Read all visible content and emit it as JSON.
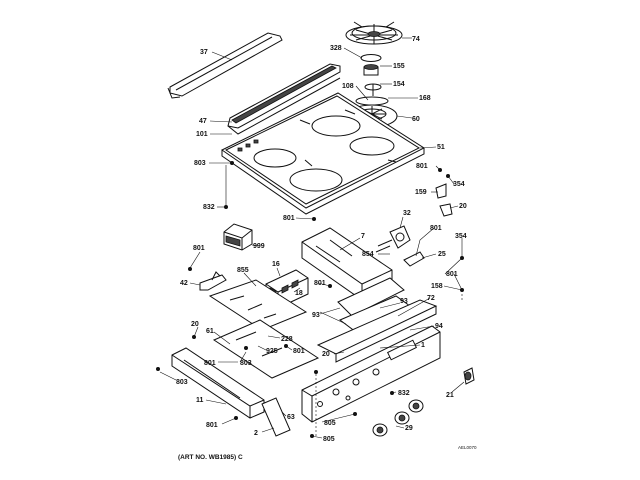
{
  "diagram": {
    "caption": "(ART NO. WB1985) C",
    "art_code": "AEL0070",
    "callouts": {
      "c37": "37",
      "c74": "74",
      "c328": "328",
      "c155": "155",
      "c154": "154",
      "c108": "108",
      "c168": "168",
      "c60": "60",
      "c47": "47",
      "c101": "101",
      "c51": "51",
      "c803_top": "803",
      "c832_top": "832",
      "c801_top_right": "801",
      "c354_top": "354",
      "c159": "159",
      "c20_right": "20",
      "c32": "32",
      "c801_mid": "801",
      "c7": "7",
      "c854": "854",
      "c801_right": "801",
      "c25": "25",
      "c354_right": "354",
      "c999": "999",
      "c801_left": "801",
      "c855": "855",
      "c16": "16",
      "c801_right2": "801",
      "c158": "158",
      "c42": "42",
      "c18": "18",
      "c801_center": "801",
      "c93_a": "93",
      "c72": "72",
      "c93_b": "93",
      "c94": "94",
      "c20_left": "20",
      "c61": "61",
      "c228": "228",
      "c925": "925",
      "c801_low": "801",
      "c1": "1",
      "c20_low": "20",
      "c801_lowleft": "801",
      "c803_center": "803",
      "c803_left": "803",
      "c832_low": "832",
      "c11": "11",
      "c21": "21",
      "c801_bottom": "801",
      "c63": "63",
      "c805_a": "805",
      "c29": "29",
      "c2": "2",
      "c805_b": "805"
    }
  }
}
